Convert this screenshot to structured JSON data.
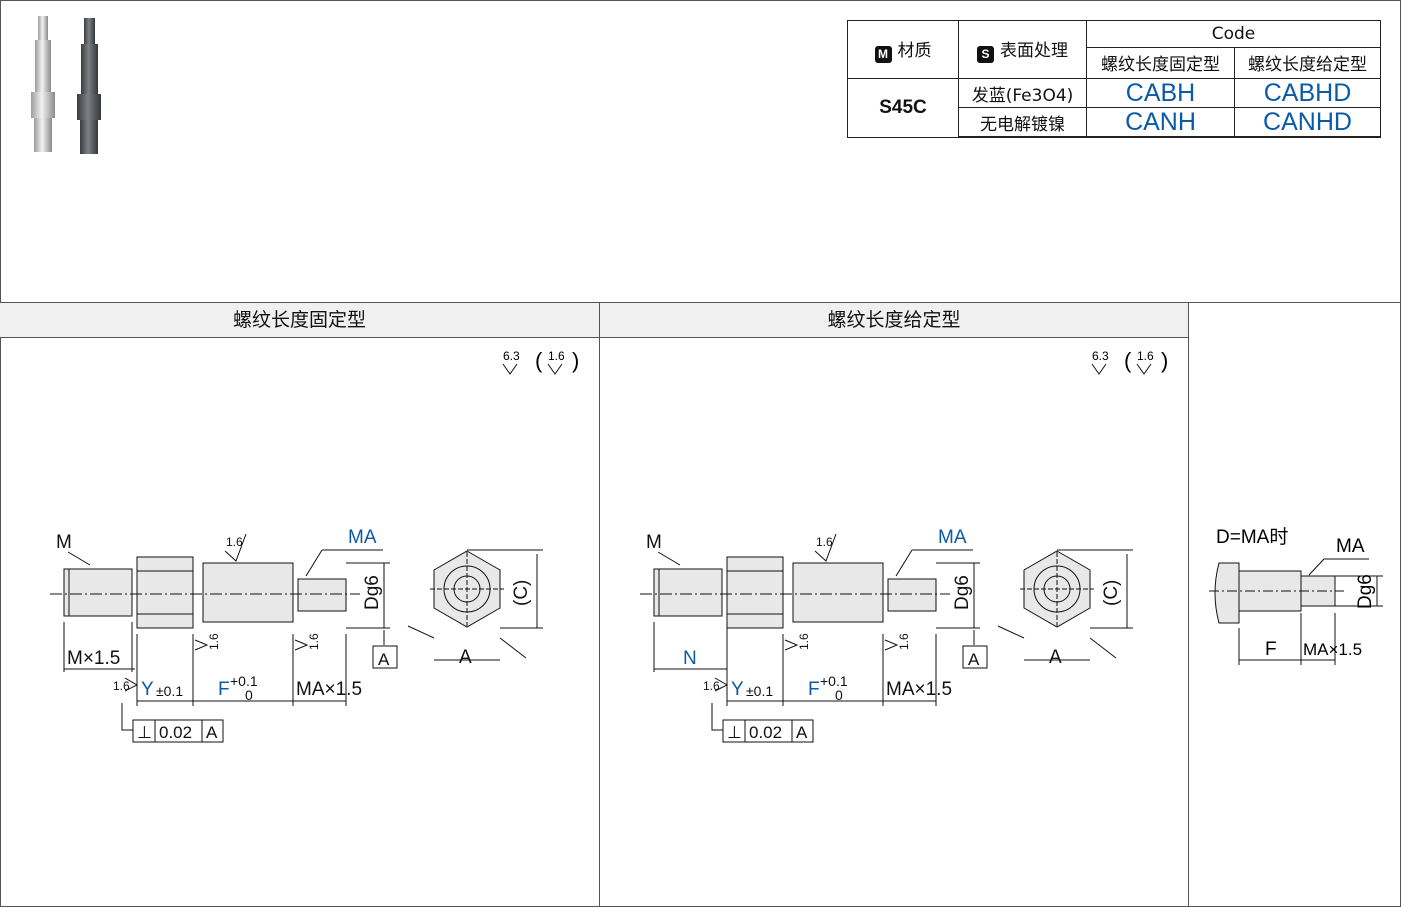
{
  "table": {
    "material_header": "材质",
    "material_icon": "M",
    "surface_header": "表面处理",
    "surface_icon": "S",
    "code_header": "Code",
    "col_fixed": "螺纹长度固定型",
    "col_spec": "螺纹长度给定型",
    "material": "S45C",
    "rows": [
      {
        "surface": "发蓝(Fe3O4)",
        "fixed_code": "CABH",
        "spec_code": "CABHD"
      },
      {
        "surface": "无电解镀镍",
        "fixed_code": "CANH",
        "spec_code": "CANHD"
      }
    ]
  },
  "panels": {
    "fixed_title": "螺纹长度固定型",
    "spec_title": "螺纹长度给定型"
  },
  "drawing": {
    "roughness_main": "6.3",
    "roughness_sub": "1.6",
    "rough_16": "1.6",
    "label_M": "M",
    "label_MA": "MA",
    "label_Dg6": "Dg6",
    "label_C": "(C)",
    "label_A": "A",
    "label_datum": "A",
    "label_MX15": "M×1.5",
    "label_N": "N",
    "label_Y": "Y",
    "label_Y_tol": "±0.1",
    "label_F": "F",
    "label_F_tol_up": "+0.1",
    "label_F_tol_low": "0",
    "label_MAX15": "MA×1.5",
    "perp_symbol": "⊥",
    "perp_value": "0.02",
    "perp_datum": "A",
    "side_note": "D=MA时",
    "side_MA": "MA",
    "side_Dg6": "Dg6",
    "side_F": "F",
    "side_MAX15": "MA×1.5"
  },
  "colors": {
    "accent": "#0a5aa8",
    "part_fill": "#e8e8e8",
    "header_bg": "#f0f0f0"
  }
}
